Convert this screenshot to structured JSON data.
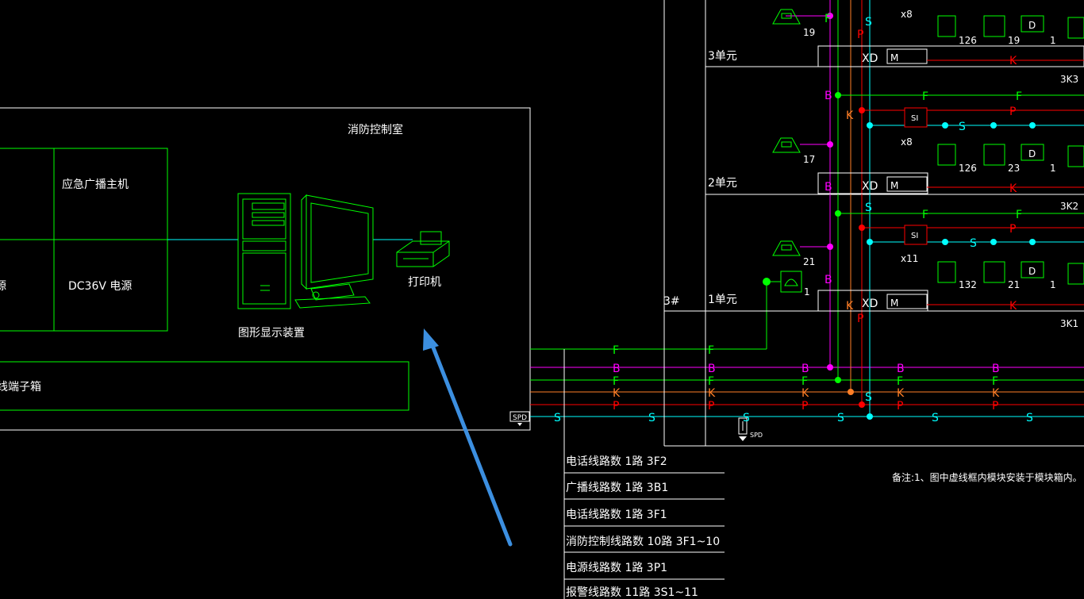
{
  "colors": {
    "background": "#000000",
    "white": "#ffffff",
    "green": "#00ff00",
    "magenta": "#ff00ff",
    "cyan": "#00ffff",
    "red": "#ff0000",
    "orange": "#ff7f27",
    "arrow": "#3c8fe0"
  },
  "control_room": {
    "title": "消防控制室",
    "broadcast_host": "应急广播主机",
    "power_partial": "源",
    "dc36v": "DC36V 电源",
    "graphic_display": "图形显示装置",
    "printer": "打印机",
    "terminal_box_partial": "线端子箱",
    "spd": "SPD"
  },
  "building": {
    "name": "3#",
    "units": [
      {
        "label": "3单元",
        "cabinet": "3K3",
        "phones": "19",
        "modules": "x8",
        "n_sw": "126",
        "n_sp": "19",
        "n_d": "1"
      },
      {
        "label": "2单元",
        "cabinet": "3K2",
        "phones": "17",
        "modules": "x8",
        "n_sw": "126",
        "n_sp": "23",
        "n_d": "1"
      },
      {
        "label": "1单元",
        "cabinet": "3K1",
        "phones": "21",
        "modules": "x11",
        "n_sw": "132",
        "n_sp": "21",
        "n_d": "1"
      }
    ],
    "xd": "XD",
    "m": "M",
    "si": "SI",
    "d": "D",
    "phone_count": "1",
    "spd_label": "SPD"
  },
  "bus_letters": {
    "F": "F",
    "B": "B",
    "K": "K",
    "P": "P",
    "S": "S"
  },
  "legend": [
    "电话线路数 1路  3F2",
    "广播线路数 1路  3B1",
    "电话线路数 1路  3F1",
    "消防控制线路数 10路  3F1~10",
    "电源线路数 1路  3P1",
    "报警线路数 11路  3S1~11"
  ],
  "note": "备注:1、图中虚线框内模块安装于模块箱内。"
}
